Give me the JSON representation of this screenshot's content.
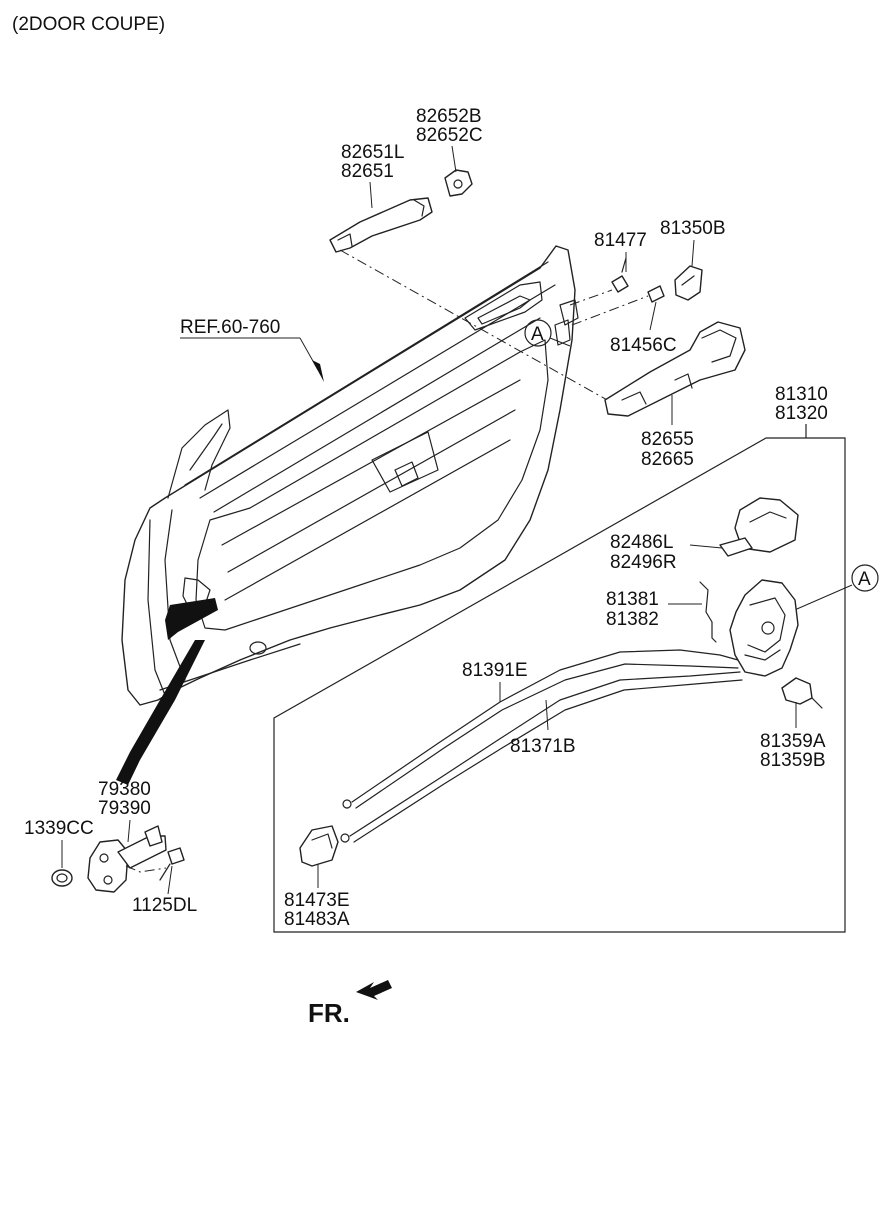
{
  "header": {
    "title": "(2DOOR COUPE)"
  },
  "ref": {
    "label": "REF.60-760"
  },
  "callout": {
    "letter": "A"
  },
  "direction": {
    "label": "FR."
  },
  "parts": {
    "handle_pad": [
      "82652B",
      "82652C"
    ],
    "outside_handle": [
      "82651L",
      "82651"
    ],
    "bolt": [
      "81477"
    ],
    "cover": [
      "81350B"
    ],
    "screw": [
      "81456C"
    ],
    "handle_bracket": [
      "82655",
      "82665"
    ],
    "latch_assy": [
      "81310",
      "81320"
    ],
    "actuator": [
      "82486L",
      "82496R"
    ],
    "rod": [
      "81381",
      "81382"
    ],
    "cable_inner": [
      "81391E"
    ],
    "cable_lock": [
      "81371B"
    ],
    "lock_switch": [
      "81359A",
      "81359B"
    ],
    "cable_holder": [
      "81473E",
      "81483A"
    ],
    "checker": [
      "79380",
      "79390"
    ],
    "nut": [
      "1339CC"
    ],
    "checker_bolt": [
      "1125DL"
    ]
  }
}
